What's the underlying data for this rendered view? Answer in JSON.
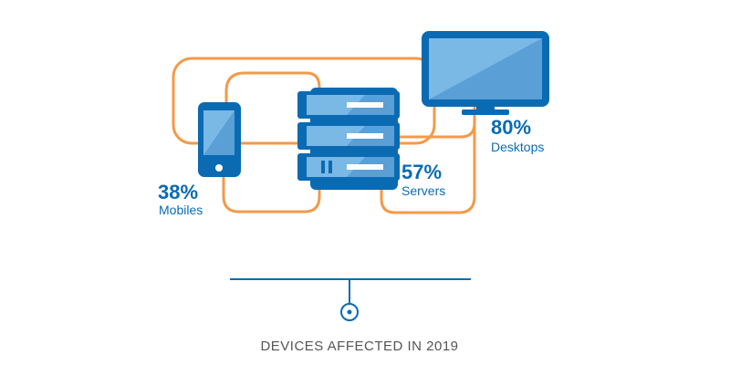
{
  "colors": {
    "blue": "#0a6bb3",
    "screen_light": "#7ab8e6",
    "screen_dark": "#5a9fd6",
    "orange": "#f39a4a",
    "caption": "#555555",
    "white": "#ffffff"
  },
  "devices": {
    "mobiles": {
      "percent": "38%",
      "label": "Mobiles",
      "icon": "smartphone-icon"
    },
    "servers": {
      "percent": "57%",
      "label": "Servers",
      "icon": "server-rack-icon"
    },
    "desktops": {
      "percent": "80%",
      "label": "Desktops",
      "icon": "desktop-monitor-icon"
    }
  },
  "caption": {
    "text": "DEVICES AFFECTED IN 2019",
    "marker_icon": "circle-pin-icon"
  }
}
